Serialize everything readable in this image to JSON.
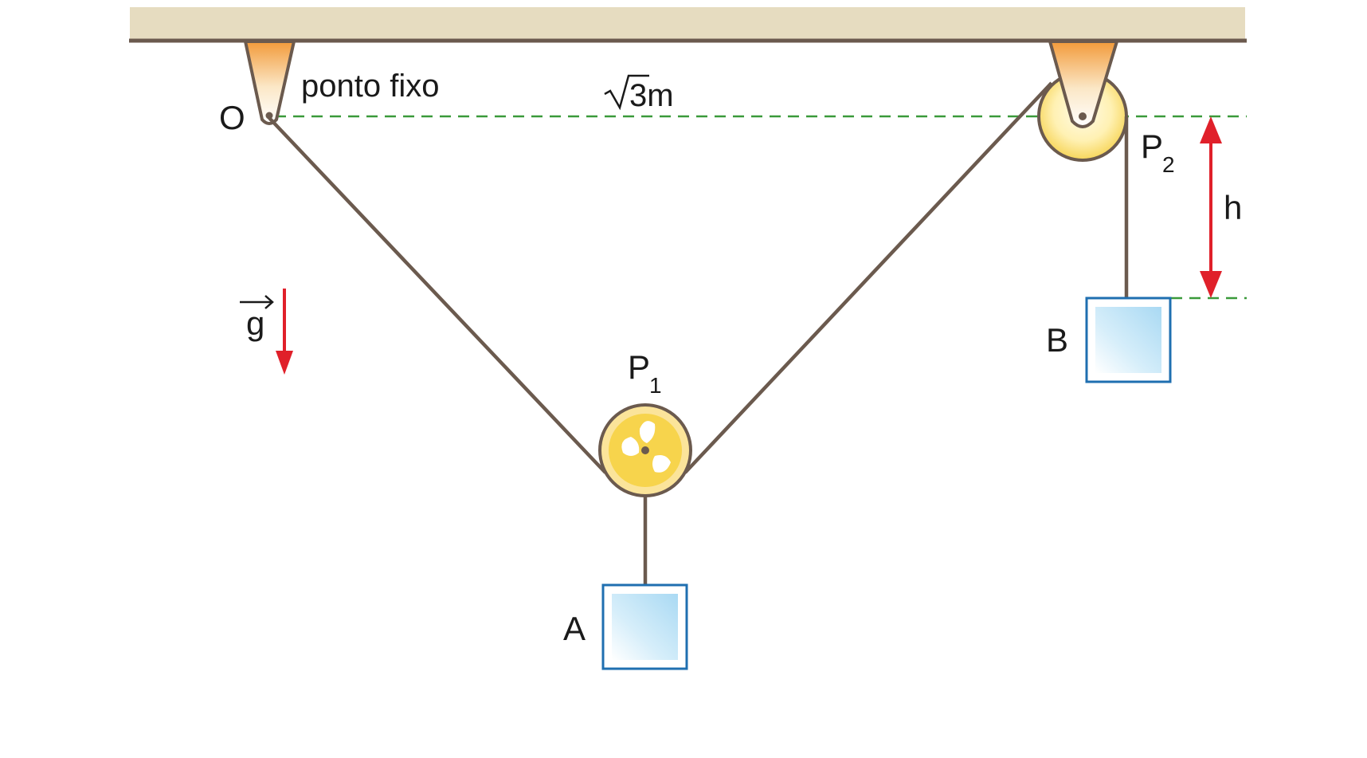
{
  "labels": {
    "fixed_point_text": "ponto fixo",
    "point_o": "O",
    "distance_radicand": "3m",
    "pulley_1_letter": "P",
    "pulley_1_index": "1",
    "pulley_2_letter": "P",
    "pulley_2_index": "2",
    "height": "h",
    "gravity": "g",
    "block_a": "A",
    "block_b": "B"
  },
  "colors": {
    "ceiling": "#e6dcc0",
    "rope": "#6b5a4e",
    "guide_line": "#3a9a3a",
    "arrow": "#e0202a",
    "pulley_fill": "#f7d44c",
    "block_border": "#1f6fb0",
    "block_fill": "#bfe3f7"
  },
  "icons": {
    "radical": "square-root-sign",
    "vector": "right-arrow-over-letter"
  }
}
